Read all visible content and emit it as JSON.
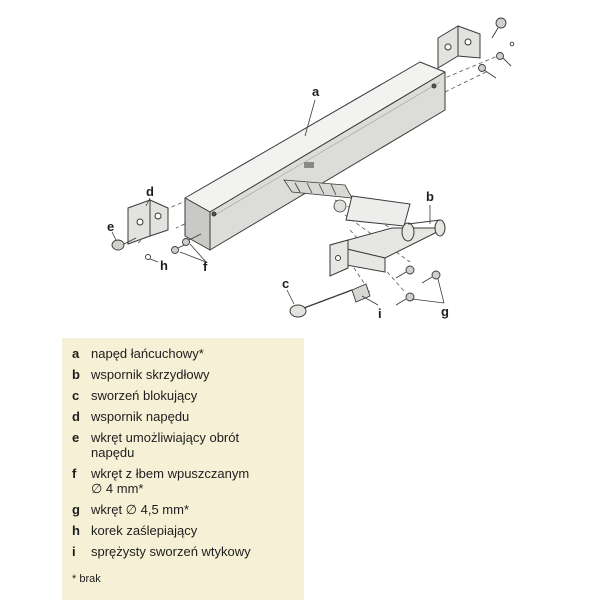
{
  "callouts": {
    "a": "a",
    "b": "b",
    "c": "c",
    "d": "d",
    "e": "e",
    "f": "f",
    "g": "g",
    "h": "h",
    "i": "i"
  },
  "legend": [
    {
      "letter": "a",
      "text": "napęd łańcuchowy*"
    },
    {
      "letter": "b",
      "text": "wspornik skrzydłowy"
    },
    {
      "letter": "c",
      "text": "sworzeń blokujący"
    },
    {
      "letter": "d",
      "text": "wspornik napędu"
    },
    {
      "letter": "e",
      "text": "wkręt umożliwiający obrót\nnapędu"
    },
    {
      "letter": "f",
      "text": "wkręt z łbem wpuszczanym\n∅ 4 mm*"
    },
    {
      "letter": "g",
      "text": "wkręt ∅ 4,5 mm*"
    },
    {
      "letter": "h",
      "text": "korek zaślepiający"
    },
    {
      "letter": "i",
      "text": "sprężysty sworzeń wtykowy"
    }
  ],
  "footnote": "* brak",
  "colors": {
    "panel": "#f6f0d6",
    "metal": "#e7e7e4",
    "line": "#3a3a3a"
  }
}
